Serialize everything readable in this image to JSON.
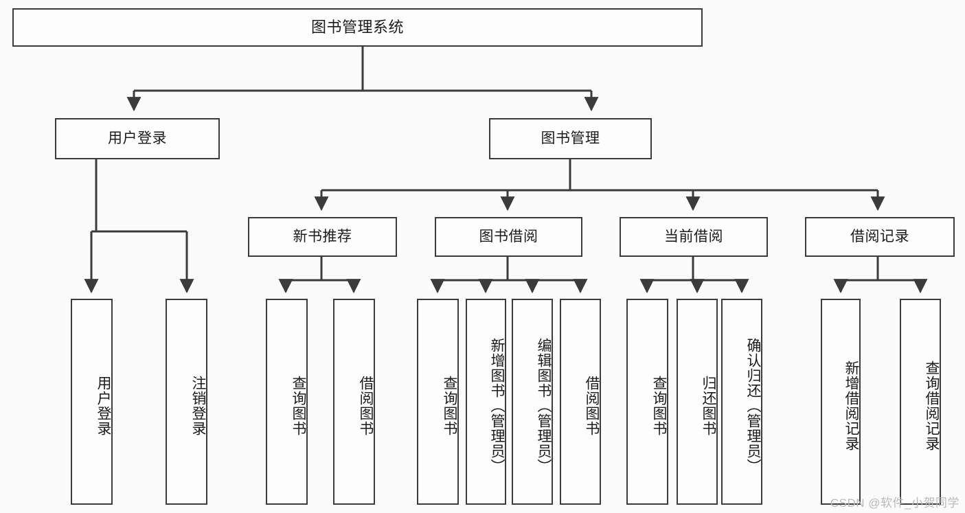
{
  "diagram": {
    "title": "图书管理系统",
    "type": "tree-hierarchy-chart",
    "root": {
      "label": "图书管理系统"
    },
    "level2": [
      {
        "label": "用户登录"
      },
      {
        "label": "图书管理"
      }
    ],
    "level3": [
      {
        "label": "新书推荐"
      },
      {
        "label": "图书借阅"
      },
      {
        "label": "当前借阅"
      },
      {
        "label": "借阅记录"
      }
    ],
    "leaves": [
      {
        "label": "用户登录"
      },
      {
        "label": "注销登录"
      },
      {
        "label": "查询图书"
      },
      {
        "label": "借阅图书"
      },
      {
        "label": "查询图书"
      },
      {
        "label": "新增图书（管理员）"
      },
      {
        "label": "编辑图书（管理员）"
      },
      {
        "label": "借阅图书"
      },
      {
        "label": "查询图书"
      },
      {
        "label": "归还图书"
      },
      {
        "label": "确认归还（管理员）"
      },
      {
        "label": "新增借阅记录"
      },
      {
        "label": "查询借阅记录"
      }
    ]
  },
  "watermark": {
    "text": "CSDN @软件_小贺同学"
  },
  "colors": {
    "line": "#3b3b3b",
    "box_fill": "#fdfdfd",
    "text": "#1b1b1b",
    "background": "#fbfbfb",
    "watermark": "#b9b9b9"
  }
}
